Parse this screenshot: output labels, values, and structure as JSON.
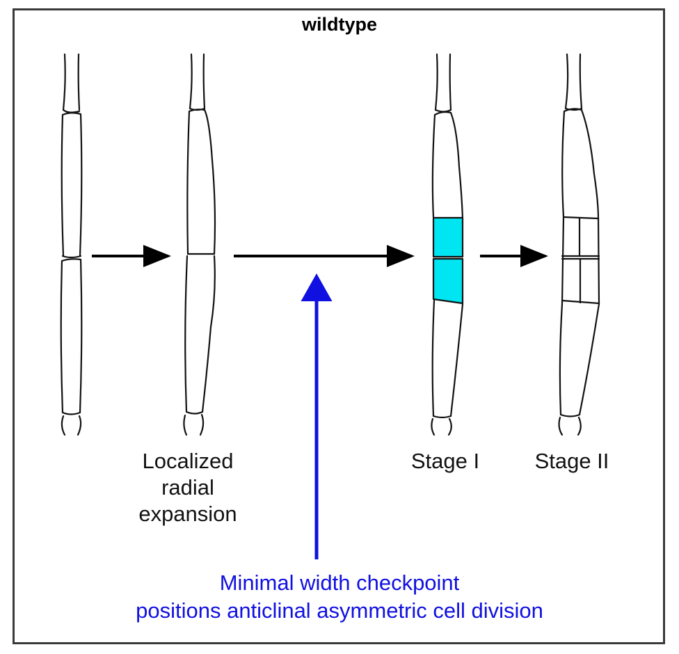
{
  "title": "wildtype",
  "labels": {
    "expansion": [
      "Localized",
      "radial",
      "expansion"
    ],
    "stage1": "Stage I",
    "stage2": "Stage II"
  },
  "checkpoint": {
    "line1": "Minimal width checkpoint",
    "line2": "positions anticlinal asymmetric cell division"
  },
  "colors": {
    "cell_outline": "#111111",
    "frame": "#3a3a3a",
    "arrow": "#000000",
    "checkpoint": "#1010e0",
    "stage1_fill": "#00e5f2"
  },
  "icons": [
    "arrow-right-icon",
    "arrow-up-icon"
  ]
}
